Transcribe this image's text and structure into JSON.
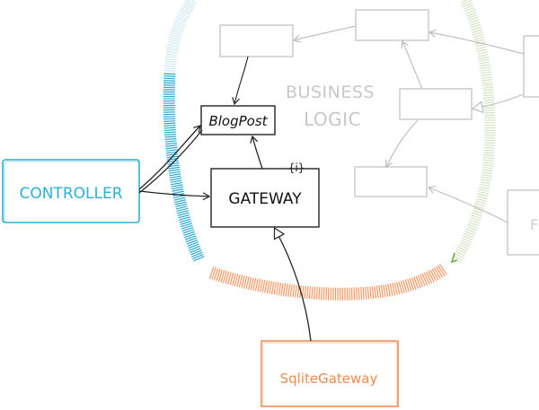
{
  "nodes": {
    "controller": "CONTROLLER",
    "blogpost": "BlogPost",
    "gateway": "GATEWAY",
    "interface_marker": "{i}",
    "sqlite_gateway": "SqliteGateway",
    "business_logic_line1": "BUSINESS",
    "business_logic_line2": "LOGIC",
    "cut_off_box_letter": "F"
  },
  "colors": {
    "controller": "#2cb0d6",
    "blue_band": "#2aa8d2",
    "orange_band": "#f2955f",
    "green_band": "#b9cf9e",
    "ink": "#222222",
    "faded": "#c4c4c4",
    "sqlite": "#f08a4b"
  }
}
